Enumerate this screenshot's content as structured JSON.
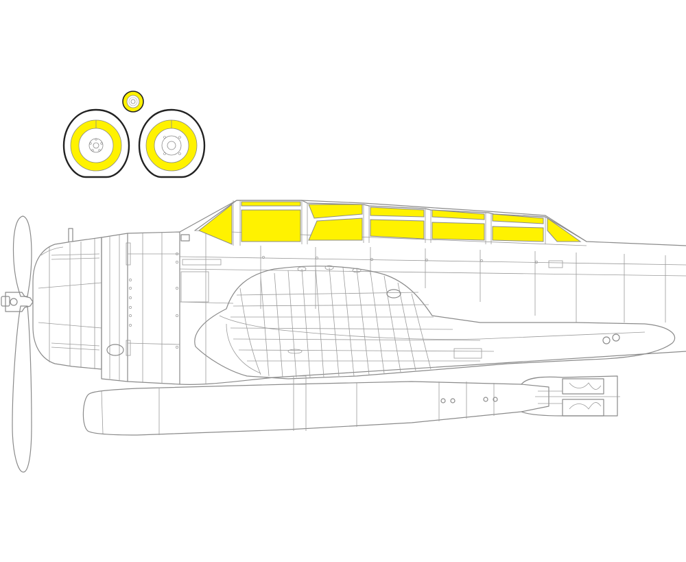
{
  "diagram": {
    "type": "masking-template",
    "colors": {
      "background": "#ffffff",
      "outline": "#8a8a8a",
      "mask_fill": "#fff200",
      "wheel_outline": "#222222"
    },
    "parts": [
      "tail-wheel-mask",
      "main-wheel-mask-left",
      "main-wheel-mask-right",
      "canopy-masks",
      "propeller",
      "engine-cowling",
      "fuselage",
      "wing",
      "torpedo"
    ]
  }
}
